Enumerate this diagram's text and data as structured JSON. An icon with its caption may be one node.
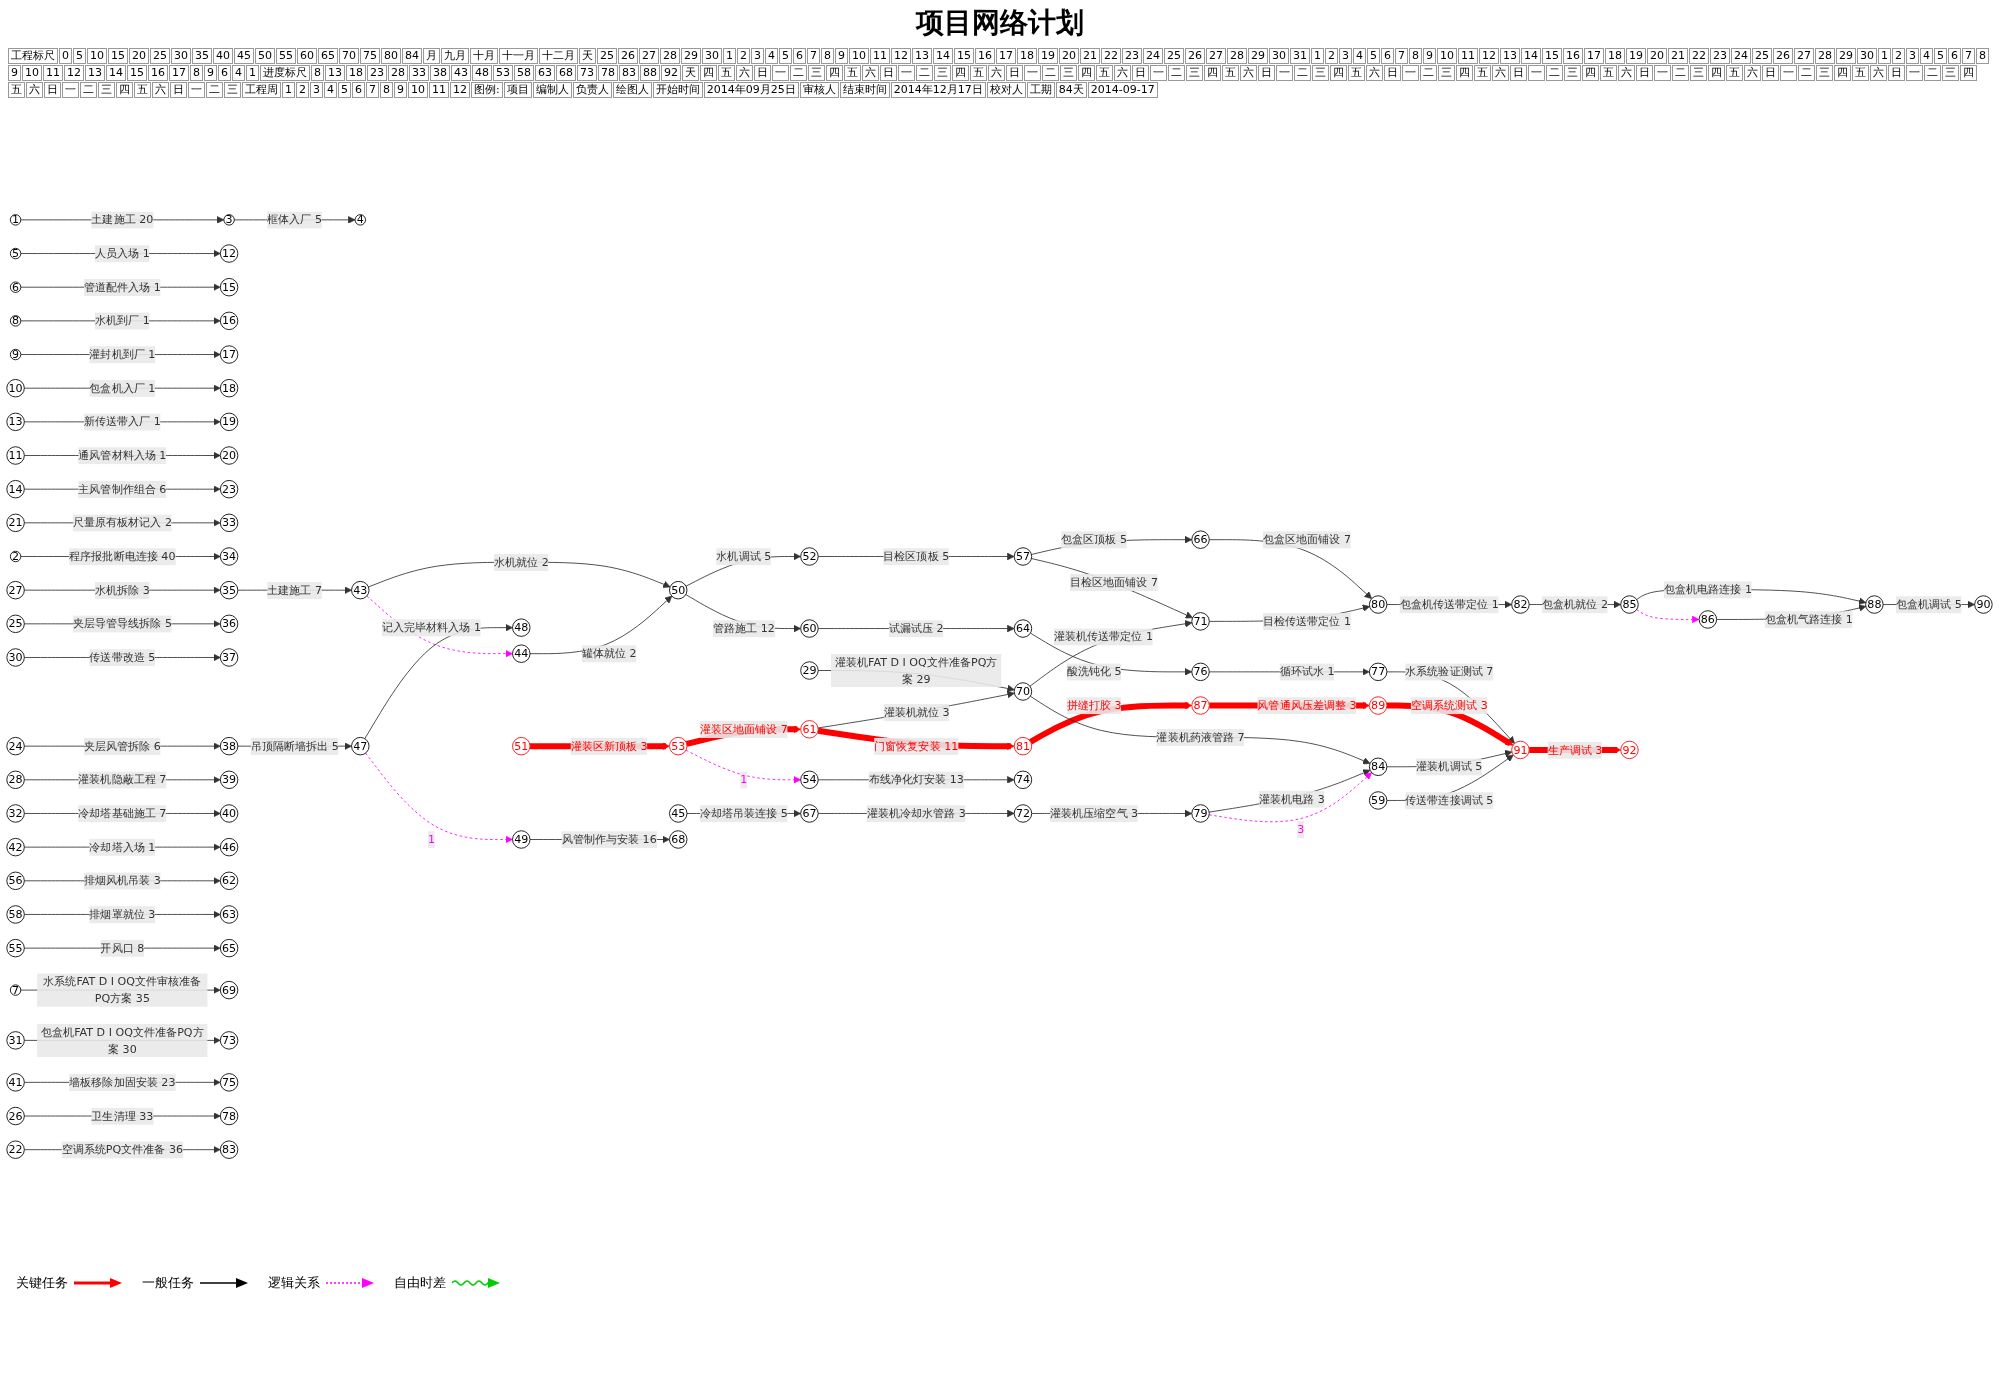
{
  "diagram": {
    "title": "项目网络计划",
    "nodes": [
      {
        "text": [
          "1"
        ]
      },
      {
        "text": [
          "2"
        ]
      },
      {
        "text": [
          "3"
        ]
      },
      {
        "text": [
          "4"
        ]
      },
      {
        "text": [
          "5"
        ]
      },
      {
        "text": [
          "6"
        ]
      },
      {
        "text": [
          "7"
        ]
      },
      {
        "text": [
          "8"
        ]
      },
      {
        "text": [
          "9"
        ]
      },
      {
        "text": [
          "10"
        ]
      },
      {
        "text": [
          "11"
        ]
      },
      {
        "text": [
          "12"
        ]
      },
      {
        "text": [
          "13"
        ]
      },
      {
        "text": [
          "14"
        ]
      },
      {
        "text": [
          "15"
        ]
      },
      {
        "text": [
          "16"
        ]
      },
      {
        "text": [
          "17"
        ]
      },
      {
        "text": [
          "18"
        ]
      },
      {
        "text": [
          "19"
        ]
      },
      {
        "text": [
          "20"
        ]
      },
      {
        "text": [
          "21"
        ]
      },
      {
        "text": [
          "22"
        ]
      },
      {
        "text": [
          "23"
        ]
      },
      {
        "text": [
          "24"
        ]
      },
      {
        "text": [
          "25"
        ]
      },
      {
        "text": [
          "26"
        ]
      },
      {
        "text": [
          "27"
        ]
      },
      {
        "text": [
          "28"
        ]
      },
      {
        "text": [
          "29"
        ]
      },
      {
        "text": [
          "30"
        ]
      },
      {
        "text": [
          "31"
        ]
      },
      {
        "text": [
          "32"
        ]
      },
      {
        "text": [
          "33"
        ]
      },
      {
        "text": [
          "34"
        ]
      },
      {
        "text": [
          "35"
        ]
      },
      {
        "text": [
          "36"
        ]
      },
      {
        "text": [
          "37"
        ]
      },
      {
        "text": [
          "38"
        ]
      },
      {
        "text": [
          "39"
        ]
      },
      {
        "text": [
          "40"
        ]
      },
      {
        "text": [
          "41"
        ]
      },
      {
        "text": [
          "42"
        ]
      },
      {
        "text": [
          "43"
        ]
      },
      {
        "text": [
          "44"
        ]
      },
      {
        "text": [
          "45"
        ]
      },
      {
        "text": [
          "46"
        ]
      },
      {
        "text": [
          "47"
        ]
      },
      {
        "text": [
          "48"
        ]
      },
      {
        "text": [
          "49"
        ]
      },
      {
        "text": [
          "50"
        ]
      },
      {
        "text": [
          "51"
        ]
      },
      {
        "text": [
          "52"
        ]
      },
      {
        "text": [
          "53"
        ]
      },
      {
        "text": [
          "54"
        ]
      },
      {
        "text": [
          "55"
        ]
      },
      {
        "text": [
          "56"
        ]
      },
      {
        "text": [
          "57"
        ]
      },
      {
        "text": [
          "58"
        ]
      },
      {
        "text": [
          "59"
        ]
      },
      {
        "text": [
          "60"
        ]
      },
      {
        "text": [
          "61"
        ]
      },
      {
        "text": [
          "62"
        ]
      },
      {
        "text": [
          "63"
        ]
      },
      {
        "text": [
          "64"
        ]
      },
      {
        "text": [
          "65"
        ]
      },
      {
        "text": [
          "66"
        ]
      },
      {
        "text": [
          "67"
        ]
      },
      {
        "text": [
          "68"
        ]
      },
      {
        "text": [
          "69"
        ]
      },
      {
        "text": [
          "70"
        ]
      },
      {
        "text": [
          "71"
        ]
      },
      {
        "text": [
          "72"
        ]
      },
      {
        "text": [
          "73"
        ]
      },
      {
        "text": [
          "74"
        ]
      },
      {
        "text": [
          "75"
        ]
      },
      {
        "text": [
          "76"
        ]
      },
      {
        "text": [
          "77"
        ]
      },
      {
        "text": [
          "78"
        ]
      },
      {
        "text": [
          "79"
        ]
      },
      {
        "text": [
          "80"
        ]
      },
      {
        "text": [
          "81"
        ]
      },
      {
        "text": [
          "82"
        ]
      },
      {
        "text": [
          "83"
        ]
      },
      {
        "text": [
          "84"
        ]
      },
      {
        "text": [
          "85"
        ]
      },
      {
        "text": [
          "86"
        ]
      },
      {
        "text": [
          "87"
        ]
      },
      {
        "text": [
          "88"
        ]
      },
      {
        "text": [
          "89"
        ]
      },
      {
        "text": [
          "90"
        ]
      },
      {
        "text": [
          "91"
        ]
      },
      {
        "text": [
          "92"
        ]
      }
    ],
    "edges": [
      {
        "from": 0,
        "to": 2,
        "arrow": "to",
        "label": "土建施工 20"
      },
      {
        "from": 2,
        "to": 3,
        "arrow": "to",
        "label": "框体入厂 5"
      },
      {
        "from": 1,
        "to": 33,
        "arrow": "to",
        "label": "程序报批断电连接 40"
      },
      {
        "from": 4,
        "to": 11,
        "arrow": "to",
        "label": "人员入场 1"
      },
      {
        "from": 55,
        "to": 61,
        "arrow": "to",
        "label": "排烟风机吊装 3"
      },
      {
        "from": 57,
        "to": 62,
        "arrow": "to",
        "label": "排烟罩就位 3"
      },
      {
        "from": 21,
        "to": 82,
        "arrow": "to",
        "label": "空调系统PQ文件准备 36"
      },
      {
        "from": 10,
        "to": 19,
        "arrow": "to",
        "label": "通风管材料入场 1"
      },
      {
        "from": 53,
        "to": 73,
        "arrow": "to",
        "label": "布线净化灯安装 13"
      },
      {
        "from": 54,
        "to": 64,
        "arrow": "to",
        "label": "开风口 8"
      },
      {
        "from": 13,
        "to": 22,
        "arrow": "to",
        "label": "主风管制作组合 6"
      },
      {
        "from": 20,
        "to": 32,
        "arrow": "to",
        "label": "尺量原有板材记入 2"
      },
      {
        "from": 23,
        "to": 37,
        "arrow": "to",
        "label": "夹层风管拆除 6"
      },
      {
        "from": 24,
        "to": 35,
        "arrow": "to",
        "label": "夹层导管导线拆除 5"
      },
      {
        "from": 37,
        "to": 46,
        "arrow": "to",
        "label": "吊顶隔断墙拆出 5"
      },
      {
        "from": 46,
        "to": 47,
        "arrow": "to",
        "label": "记入完毕材料入场 1"
      },
      {
        "from": 46,
        "to": 48,
        "arrow": "to",
        "label": "1",
        "style": "dashed",
        "color": "#ff00ff"
      },
      {
        "from": 48,
        "to": 67,
        "arrow": "to",
        "label": "风管制作与安装 16"
      },
      {
        "from": 40,
        "to": 74,
        "arrow": "to",
        "label": "墙板移除加固安装 23"
      },
      {
        "from": 51,
        "to": 56,
        "arrow": "to",
        "label": "目检区顶板 5"
      },
      {
        "from": 52,
        "to": 53,
        "arrow": "to",
        "label": "1",
        "style": "dashed",
        "color": "#ff00ff"
      },
      {
        "from": 56,
        "to": 70,
        "arrow": "to",
        "label": "目检区地面铺设 7"
      },
      {
        "from": 56,
        "to": 65,
        "arrow": "to",
        "label": "包盒区顶板 5"
      },
      {
        "from": 65,
        "to": 79,
        "arrow": "to",
        "label": "包盒区地面铺设 7"
      },
      {
        "from": 5,
        "to": 14,
        "arrow": "to",
        "label": "管道配件入场 1"
      },
      {
        "from": 25,
        "to": 77,
        "arrow": "to",
        "label": "卫生清理 33"
      },
      {
        "from": 6,
        "to": 68,
        "arrow": "to",
        "label": "水系统FAT D I OQ文件审核准备PQ方案 35"
      },
      {
        "from": 7,
        "to": 15,
        "arrow": "to",
        "label": "水机到厂 1"
      },
      {
        "from": 26,
        "to": 34,
        "arrow": "to",
        "label": "水机拆除 3"
      },
      {
        "from": 34,
        "to": 42,
        "arrow": "to",
        "label": "土建施工 7"
      },
      {
        "from": 42,
        "to": 49,
        "arrow": "to",
        "label": "水机就位 2"
      },
      {
        "from": 42,
        "to": 43,
        "arrow": "to",
        "style": "dashed",
        "color": "#ff00ff"
      },
      {
        "from": 43,
        "to": 49,
        "arrow": "to",
        "label": "罐体就位 2"
      },
      {
        "from": 49,
        "to": 51,
        "arrow": "to",
        "label": "水机调试 5"
      },
      {
        "from": 49,
        "to": 59,
        "arrow": "to",
        "label": "管路施工 12"
      },
      {
        "from": 59,
        "to": 63,
        "arrow": "to",
        "label": "试漏试压 2"
      },
      {
        "from": 63,
        "to": 75,
        "arrow": "to",
        "label": "酸洗钝化 5"
      },
      {
        "from": 75,
        "to": 76,
        "arrow": "to",
        "label": "循环试水 1"
      },
      {
        "from": 76,
        "to": 90,
        "arrow": "to",
        "label": "水系统验证测试 7"
      },
      {
        "from": 8,
        "to": 16,
        "arrow": "to",
        "label": "灌封机到厂 1"
      },
      {
        "from": 27,
        "to": 38,
        "arrow": "to",
        "label": "灌装机隐蔽工程 7"
      },
      {
        "from": 50,
        "to": 52,
        "arrow": "to",
        "label": "灌装区新顶板 3",
        "style": "thick",
        "color": "#ff0000"
      },
      {
        "from": 52,
        "to": 60,
        "arrow": "to",
        "label": "灌装区地面铺设 7",
        "style": "thick",
        "color": "#ff0000"
      },
      {
        "from": 60,
        "to": 80,
        "arrow": "to",
        "label": "门窗恢复安装 11",
        "style": "thick",
        "color": "#ff0000"
      },
      {
        "from": 80,
        "to": 86,
        "arrow": "to",
        "label": "拼缝打胶 3",
        "style": "thick",
        "color": "#ff0000"
      },
      {
        "from": 86,
        "to": 88,
        "arrow": "to",
        "label": "风管通风压差调整 3",
        "style": "thick",
        "color": "#ff0000"
      },
      {
        "from": 88,
        "to": 90,
        "arrow": "to",
        "label": "空调系统测试 3",
        "style": "thick",
        "color": "#ff0000"
      },
      {
        "from": 90,
        "to": 91,
        "arrow": "to",
        "label": "生产调试 3",
        "style": "thick",
        "color": "#ff0000"
      },
      {
        "from": 28,
        "to": 69,
        "arrow": "to",
        "label": "灌装机FAT D I OQ文件准备PQ方案 29"
      },
      {
        "from": 60,
        "to": 69,
        "arrow": "to",
        "label": "灌装机就位 3"
      },
      {
        "from": 69,
        "to": 83,
        "arrow": "to",
        "label": "灌装机药液管路 7"
      },
      {
        "from": 66,
        "to": 71,
        "arrow": "to",
        "label": "灌装机冷却水管路 3"
      },
      {
        "from": 71,
        "to": 78,
        "arrow": "to",
        "label": "灌装机压缩空气 3"
      },
      {
        "from": 78,
        "to": 83,
        "arrow": "to",
        "label": "灌装机电路 3"
      },
      {
        "from": 83,
        "to": 90,
        "arrow": "to",
        "label": "灌装机调试 5"
      },
      {
        "from": 9,
        "to": 17,
        "arrow": "to",
        "label": "包盒机入厂 1"
      },
      {
        "from": 58,
        "to": 90,
        "arrow": "to",
        "label": "传送带连接调试 5"
      },
      {
        "from": 69,
        "to": 70,
        "arrow": "to",
        "label": "灌装机传送带定位 1"
      },
      {
        "from": 70,
        "to": 79,
        "arrow": "to",
        "label": "目检传送带定位 1"
      },
      {
        "from": 79,
        "to": 81,
        "arrow": "to",
        "label": "包盒机传送带定位 1"
      },
      {
        "from": 81,
        "to": 84,
        "arrow": "to",
        "label": "包盒机就位 2"
      },
      {
        "from": 84,
        "to": 87,
        "arrow": "to",
        "label": "包盒机电路连接 1"
      },
      {
        "from": 85,
        "to": 87,
        "arrow": "to",
        "label": "包盒机气路连接 1"
      },
      {
        "from": 87,
        "to": 89,
        "arrow": "to",
        "label": "包盒机调试 5"
      },
      {
        "from": 12,
        "to": 18,
        "arrow": "to",
        "label": "新传送带入厂 1"
      },
      {
        "from": 29,
        "to": 36,
        "arrow": "to",
        "label": "传送带改造 5"
      },
      {
        "from": 30,
        "to": 72,
        "arrow": "to",
        "label": "包盒机FAT D I OQ文件准备PQ方案 30"
      },
      {
        "from": 31,
        "to": 39,
        "arrow": "to",
        "label": "冷却塔基础施工 7"
      },
      {
        "from": 44,
        "to": 66,
        "arrow": "to",
        "label": "冷却塔吊装连接 5"
      },
      {
        "from": 41,
        "to": 45,
        "arrow": "to",
        "label": "冷却塔入场 1"
      },
      {
        "from": 78,
        "to": 83,
        "arrow": "to",
        "label": "3",
        "style": "dashed",
        "color": "#ff00ff"
      },
      {
        "from": 84,
        "to": 85,
        "arrow": "to",
        "style": "dashed",
        "color": "#ff00ff"
      }
    ],
    "labels": [
      "工程标尺",
      "0",
      "5",
      "10",
      "15",
      "20",
      "25",
      "30",
      "35",
      "40",
      "45",
      "50",
      "55",
      "60",
      "65",
      "70",
      "75",
      "80",
      "84",
      "月",
      "九月",
      "十月",
      "十一月",
      "十二月",
      "天",
      "25",
      "26",
      "27",
      "28",
      "29",
      "30",
      "1",
      "2",
      "3",
      "4",
      "5",
      "6",
      "7",
      "8",
      "9",
      "10",
      "11",
      "12",
      "13",
      "14",
      "15",
      "16",
      "17",
      "18",
      "19",
      "20",
      "21",
      "22",
      "23",
      "24",
      "25",
      "26",
      "27",
      "28",
      "29",
      "30",
      "31",
      "1",
      "2",
      "3",
      "4",
      "5",
      "6",
      "7",
      "8",
      "9",
      "10",
      "11",
      "12",
      "13",
      "14",
      "15",
      "16",
      "17",
      "18",
      "19",
      "20",
      "21",
      "22",
      "23",
      "24",
      "25",
      "26",
      "27",
      "28",
      "29",
      "30",
      "1",
      "2",
      "3",
      "4",
      "5",
      "6",
      "7",
      "8",
      "9",
      "10",
      "11",
      "12",
      "13",
      "14",
      "15",
      "16",
      "17",
      "8",
      "9",
      "6",
      "4",
      "1",
      "进度标尺",
      "8",
      "13",
      "18",
      "23",
      "28",
      "33",
      "38",
      "43",
      "48",
      "53",
      "58",
      "63",
      "68",
      "73",
      "78",
      "83",
      "88",
      "92",
      "天",
      "四",
      "五",
      "六",
      "日",
      "一",
      "二",
      "三",
      "四",
      "五",
      "六",
      "日",
      "一",
      "二",
      "三",
      "四",
      "五",
      "六",
      "日",
      "一",
      "二",
      "三",
      "四",
      "五",
      "六",
      "日",
      "一",
      "二",
      "三",
      "四",
      "五",
      "六",
      "日",
      "一",
      "二",
      "三",
      "四",
      "五",
      "六",
      "日",
      "一",
      "二",
      "三",
      "四",
      "五",
      "六",
      "日",
      "一",
      "二",
      "三",
      "四",
      "五",
      "六",
      "日",
      "一",
      "二",
      "三",
      "四",
      "五",
      "六",
      "日",
      "一",
      "二",
      "三",
      "四",
      "五",
      "六",
      "日",
      "一",
      "二",
      "三",
      "四",
      "五",
      "六",
      "日",
      "一",
      "二",
      "三",
      "四",
      "五",
      "六",
      "日",
      "一",
      "二",
      "三",
      "工程周",
      "1",
      "2",
      "3",
      "4",
      "5",
      "6",
      "7",
      "8",
      "9",
      "10",
      "11",
      "12",
      "图例:",
      "项目",
      "编制人",
      "负责人",
      "绘图人",
      "开始时间",
      "2014年09月25日",
      "审核人",
      "结束时间",
      "2014年12月17日",
      "校对人",
      "工期",
      "84天",
      "2014-09-17"
    ],
    "legend": [
      {
        "text": "关键任务"
      },
      {
        "text": "一般任务"
      },
      {
        "text": "逻辑关系"
      },
      {
        "text": "自由时差"
      }
    ]
  }
}
